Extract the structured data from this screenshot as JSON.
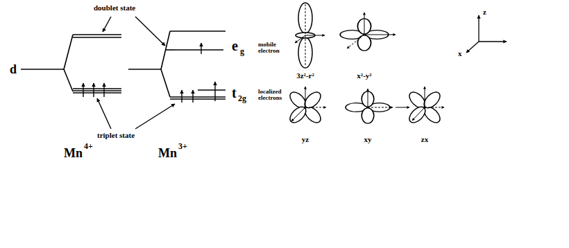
{
  "diagram": {
    "labels": [
      "doublet state",
      "d",
      "e",
      "g",
      "mobile electron",
      "t",
      "2g",
      "localized electrons",
      "triplet state",
      "Mn",
      "4+",
      "Mn",
      "3+",
      "3z²-r²",
      "x²-y²",
      "yz",
      "xy",
      "zx",
      "z",
      "x"
    ]
  }
}
